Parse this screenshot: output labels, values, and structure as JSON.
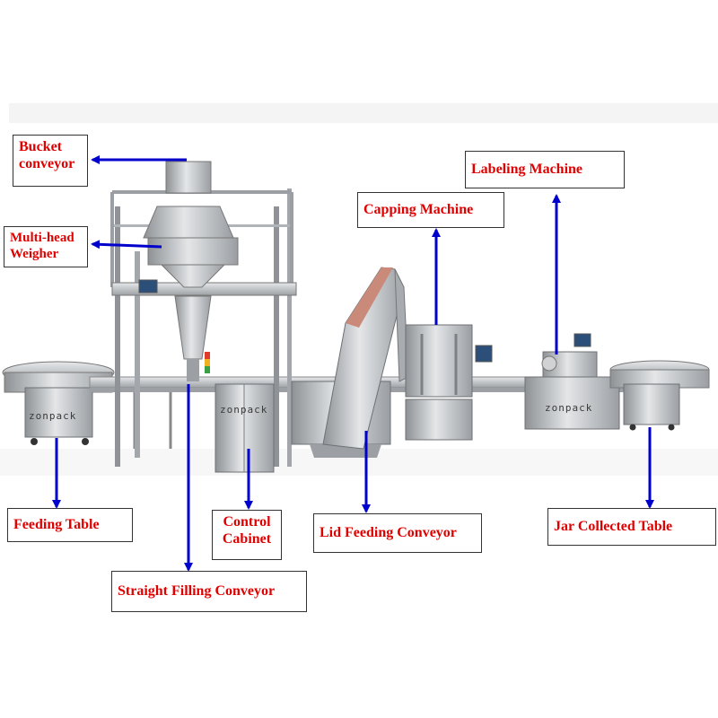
{
  "labels": {
    "bucket_conveyor": [
      "Bucket",
      "conveyor"
    ],
    "multi_head_weigher": [
      "Multi-head",
      "Weigher"
    ],
    "labeling_machine": "Labeling Machine",
    "capping_machine": "Capping Machine",
    "feeding_table": "Feeding Table",
    "control_cabinet": [
      "Control",
      "Cabinet"
    ],
    "lid_feeding_conveyor": "Lid Feeding Conveyor",
    "jar_collected_table": "Jar Collected Table",
    "straight_filling_conveyor": "Straight Filling Conveyor"
  },
  "brand_marks": {
    "feeding_table": "zonpack",
    "control_cabinet": "zonpack",
    "labeler": "zonpack"
  },
  "colors": {
    "label_text": "#e00000",
    "arrow": "#0000cc",
    "steel": "#b9bcbf"
  }
}
